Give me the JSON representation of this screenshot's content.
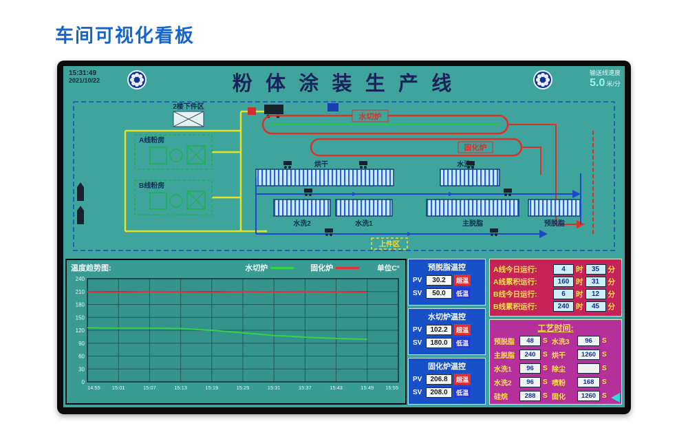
{
  "page": {
    "title": "车间可视化看板"
  },
  "hmi": {
    "header": {
      "time": "15:31:49",
      "date": "2021/10/22",
      "title": "粉 体 涂 装 生 产 线",
      "speed_label": "输送线速度",
      "speed_value": "5.0",
      "speed_unit": "米/分"
    },
    "mimic": {
      "labels": {
        "unload_area": "2楼下件区",
        "a_powder_room": "A线粉房",
        "b_powder_room": "B线粉房",
        "water_furnace": "水切炉",
        "cure_furnace": "固化炉",
        "dry_oven": "烘干",
        "wash3": "水洗3",
        "wash2": "水洗2",
        "wash1": "水洗1",
        "main_degrease": "主脱脂",
        "pre_degrease": "预脱脂",
        "load_area": "上件区"
      }
    },
    "temp_labels": {
      "pv": "PV",
      "sv": "SV"
    },
    "temp_panels": [
      {
        "title": "预脱脂温控",
        "pv": "30.2",
        "pv_status": "超温",
        "sv": "50.0",
        "sv_status": "低温"
      },
      {
        "title": "水切炉温控",
        "pv": "102.2",
        "pv_status": "超温",
        "sv": "180.0",
        "sv_status": "低温"
      },
      {
        "title": "固化炉温控",
        "pv": "206.8",
        "pv_status": "超温",
        "sv": "208.0",
        "sv_status": "低温"
      }
    ],
    "runtime": {
      "hour_unit": "时",
      "minute_unit": "分",
      "rows": [
        {
          "label": "A线今日运行:",
          "hours": "4",
          "minutes": "35"
        },
        {
          "label": "A线累积运行:",
          "hours": "160",
          "minutes": "31"
        },
        {
          "label": "B线今日运行:",
          "hours": "6",
          "minutes": "12"
        },
        {
          "label": "B线累积运行:",
          "hours": "240",
          "minutes": "45"
        }
      ]
    },
    "process": {
      "title": "工艺时间:",
      "unit": "S",
      "items": [
        {
          "label": "预脱脂",
          "value": "48"
        },
        {
          "label": "水洗3",
          "value": "96"
        },
        {
          "label": "主脱脂",
          "value": "240"
        },
        {
          "label": "烘干",
          "value": "1260"
        },
        {
          "label": "水洗1",
          "value": "96"
        },
        {
          "label": "除尘",
          "value": ""
        },
        {
          "label": "水洗2",
          "value": "96"
        },
        {
          "label": "喷粉",
          "value": "168"
        },
        {
          "label": "硅烷",
          "value": "288"
        },
        {
          "label": "固化",
          "value": "1260"
        }
      ]
    }
  },
  "chart_data": {
    "type": "line",
    "title": "温度趋势图:",
    "unit_label": "单位C°",
    "x": [
      "14:55",
      "15:01",
      "15:07",
      "15:13",
      "15:19",
      "15:25",
      "15:31",
      "15:37",
      "15:43",
      "15:49",
      "15:55"
    ],
    "ylim": [
      0,
      240
    ],
    "ytick_step": 30,
    "grid": true,
    "legend_position": "top",
    "series": [
      {
        "name": "水切炉",
        "color": "#35d24a",
        "values": [
          126,
          125,
          125,
          124,
          120,
          114,
          108,
          104,
          101,
          99
        ]
      },
      {
        "name": "固化炉",
        "color": "#e8303a",
        "values": [
          209,
          208,
          210,
          209,
          208,
          210,
          209,
          210,
          209,
          208
        ]
      }
    ]
  }
}
